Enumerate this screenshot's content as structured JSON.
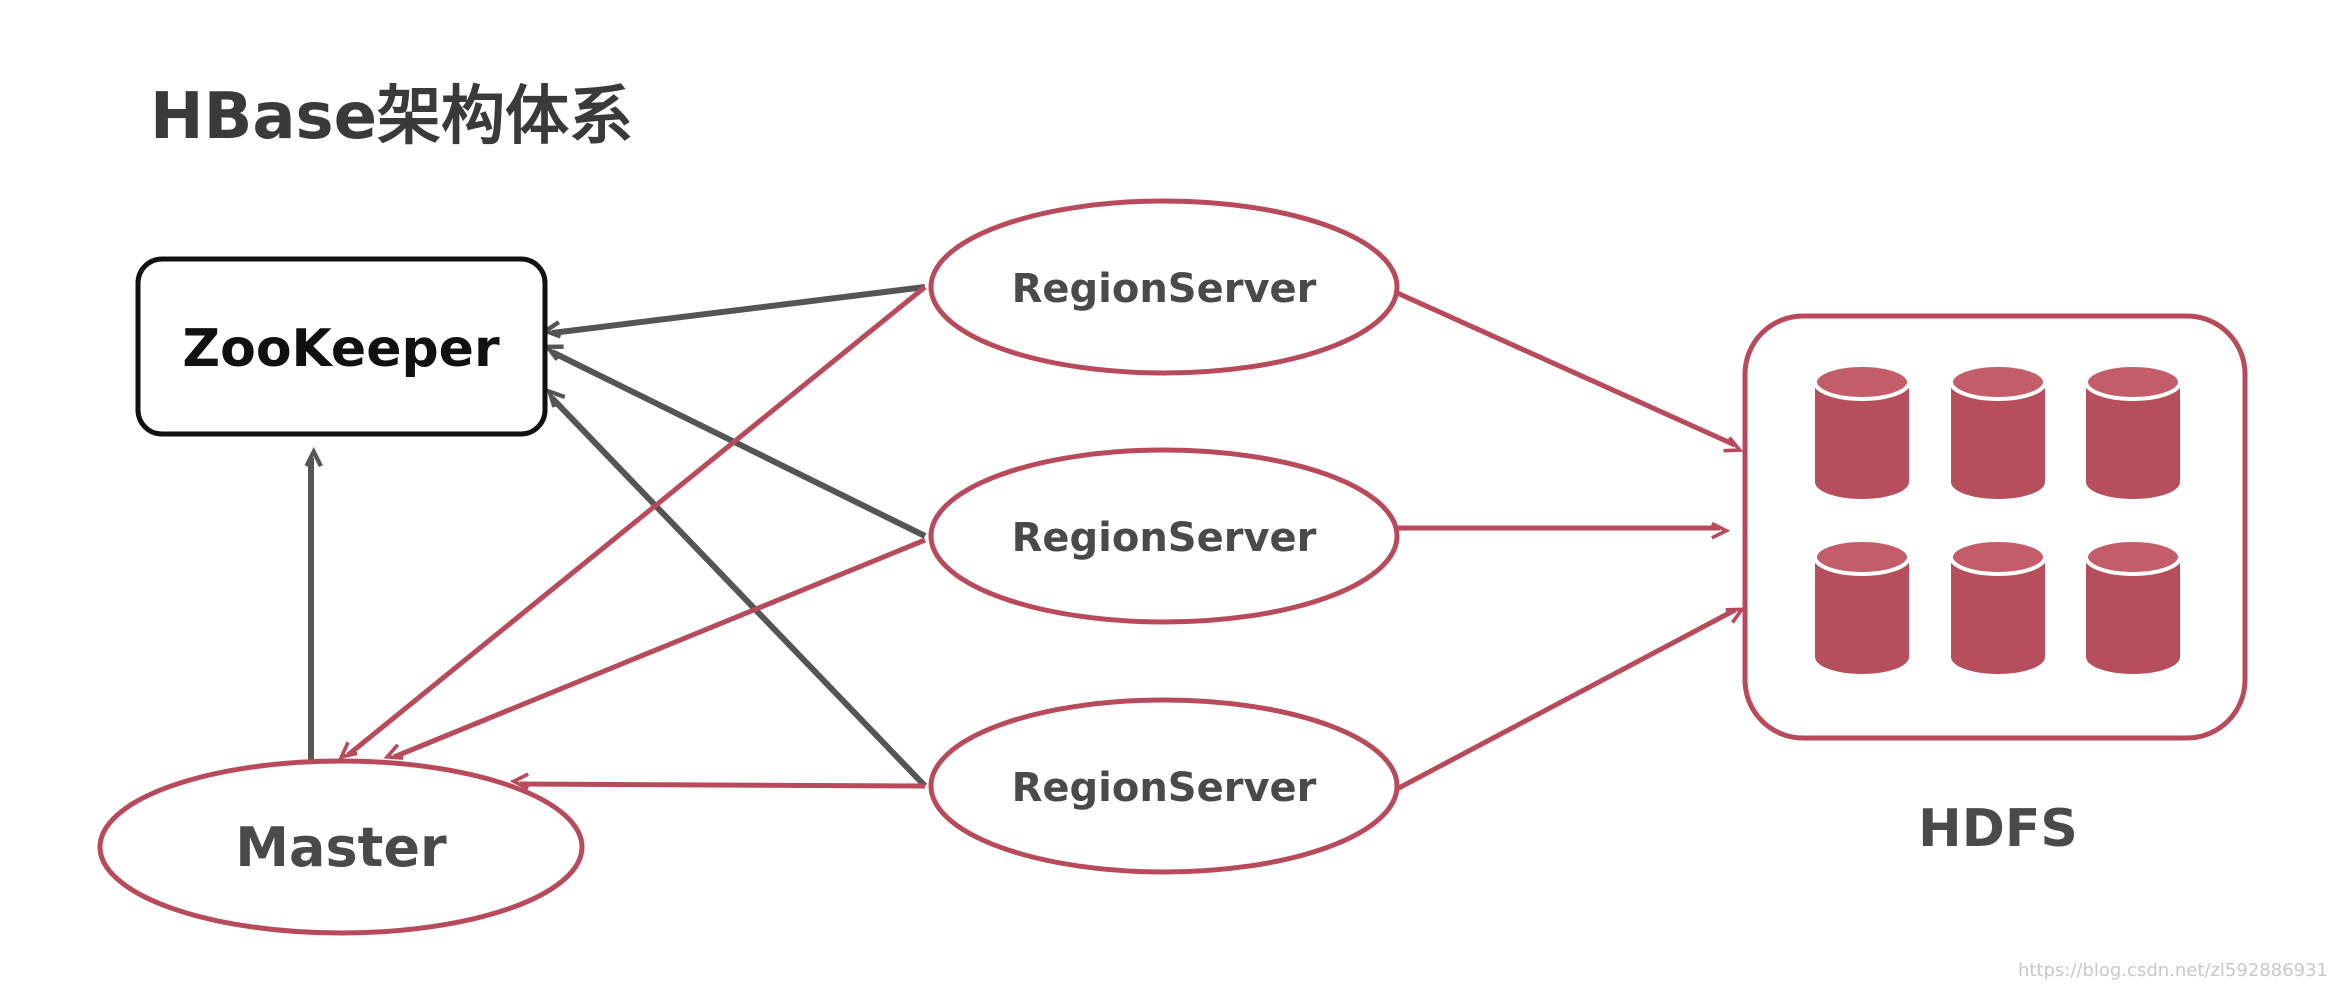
{
  "title": "HBase架构体系",
  "nodes": {
    "zookeeper": "ZooKeeper",
    "regionservers": [
      "RegionServer",
      "RegionServer",
      "RegionServer"
    ],
    "master": "Master",
    "hdfs": "HDFS"
  },
  "colors": {
    "accent": "#b84a5c",
    "arrow_gray": "#555555",
    "text_gray": "#4a4a4a"
  },
  "watermark": "https://blog.csdn.net/zl592886931"
}
